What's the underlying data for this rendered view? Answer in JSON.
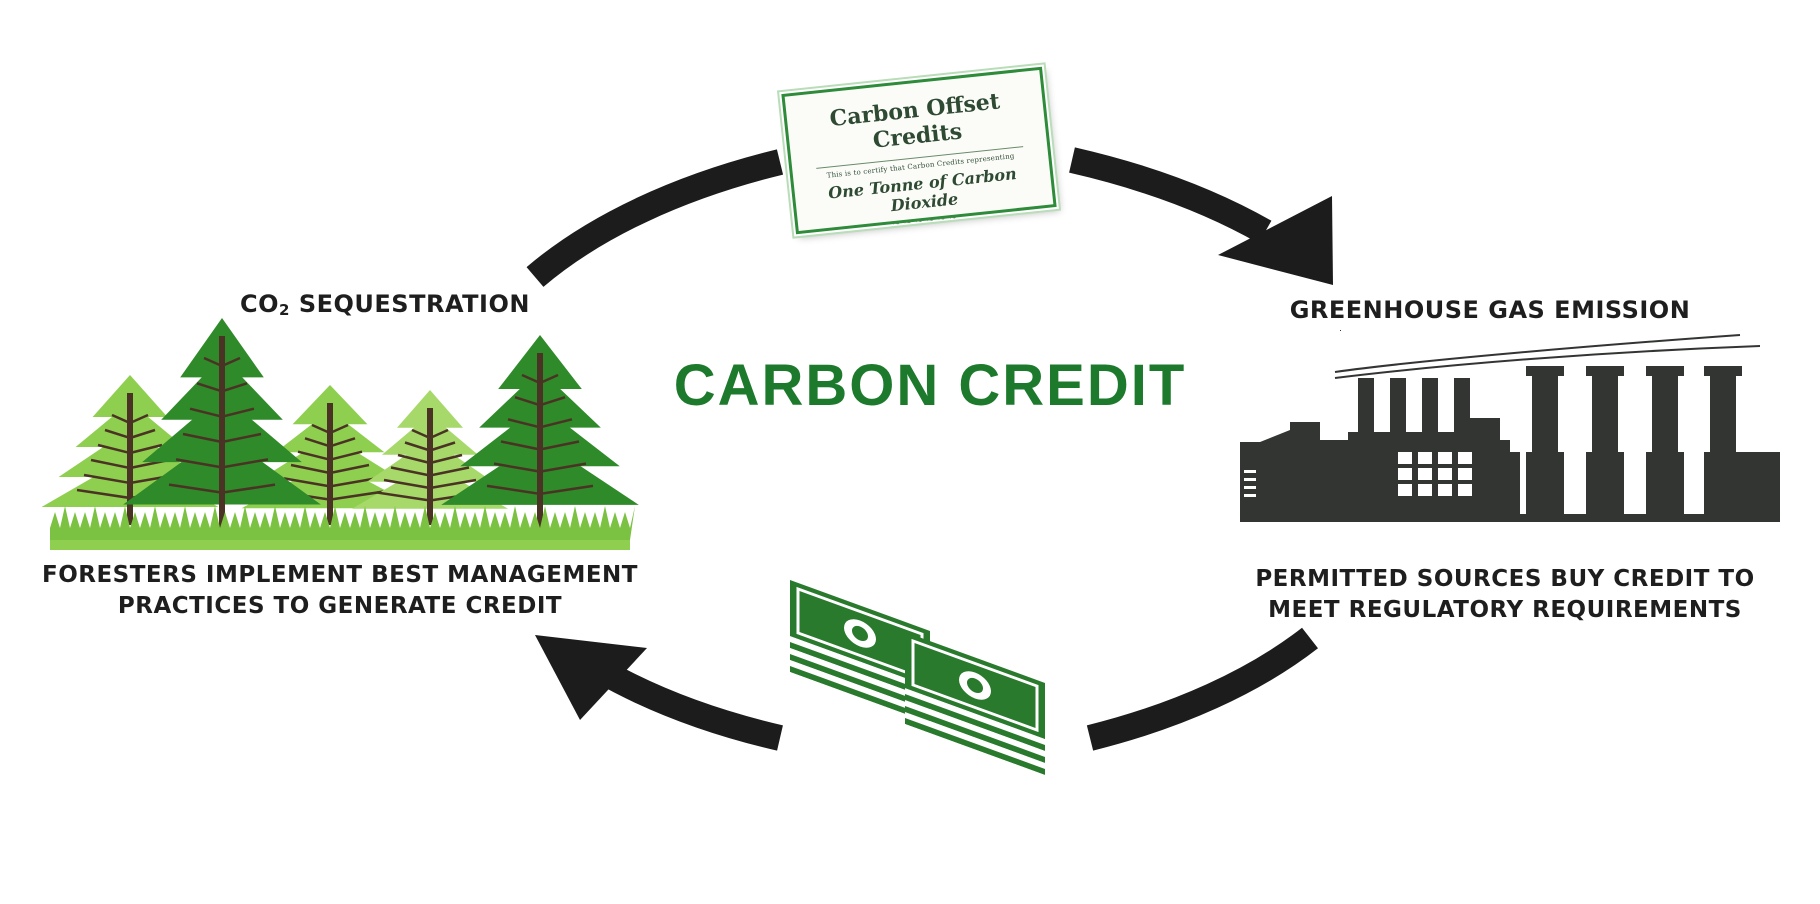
{
  "title": "CARBON CREDIT",
  "left": {
    "heading_pre": "CO",
    "heading_sub": "2",
    "heading_post": " SEQUESTRATION",
    "caption_line1": "FORESTERS IMPLEMENT BEST MANAGEMENT",
    "caption_line2": "PRACTICES TO GENERATE CREDIT",
    "icon": "pine-trees-icon"
  },
  "right": {
    "heading": "GREENHOUSE GAS EMISSION",
    "caption_line1": "PERMITTED SOURCES BUY CREDIT TO",
    "caption_line2": "MEET REGULATORY REQUIREMENTS",
    "icon": "factory-icon"
  },
  "certificate": {
    "title": "Carbon Offset Credits",
    "small_text": "This is to certify that Carbon Credits representing",
    "subtitle": "One Tonne of Carbon Dioxide",
    "ornament": "~~~~~~"
  },
  "money_icon": "cash-stack-icon",
  "colors": {
    "title_green": "#1d7a2c",
    "arrow": "#1c1c1c",
    "factory": "#333533",
    "tree_dark": "#2f8a2a",
    "tree_light": "#8fcf4f",
    "money": "#2a7a2e"
  }
}
